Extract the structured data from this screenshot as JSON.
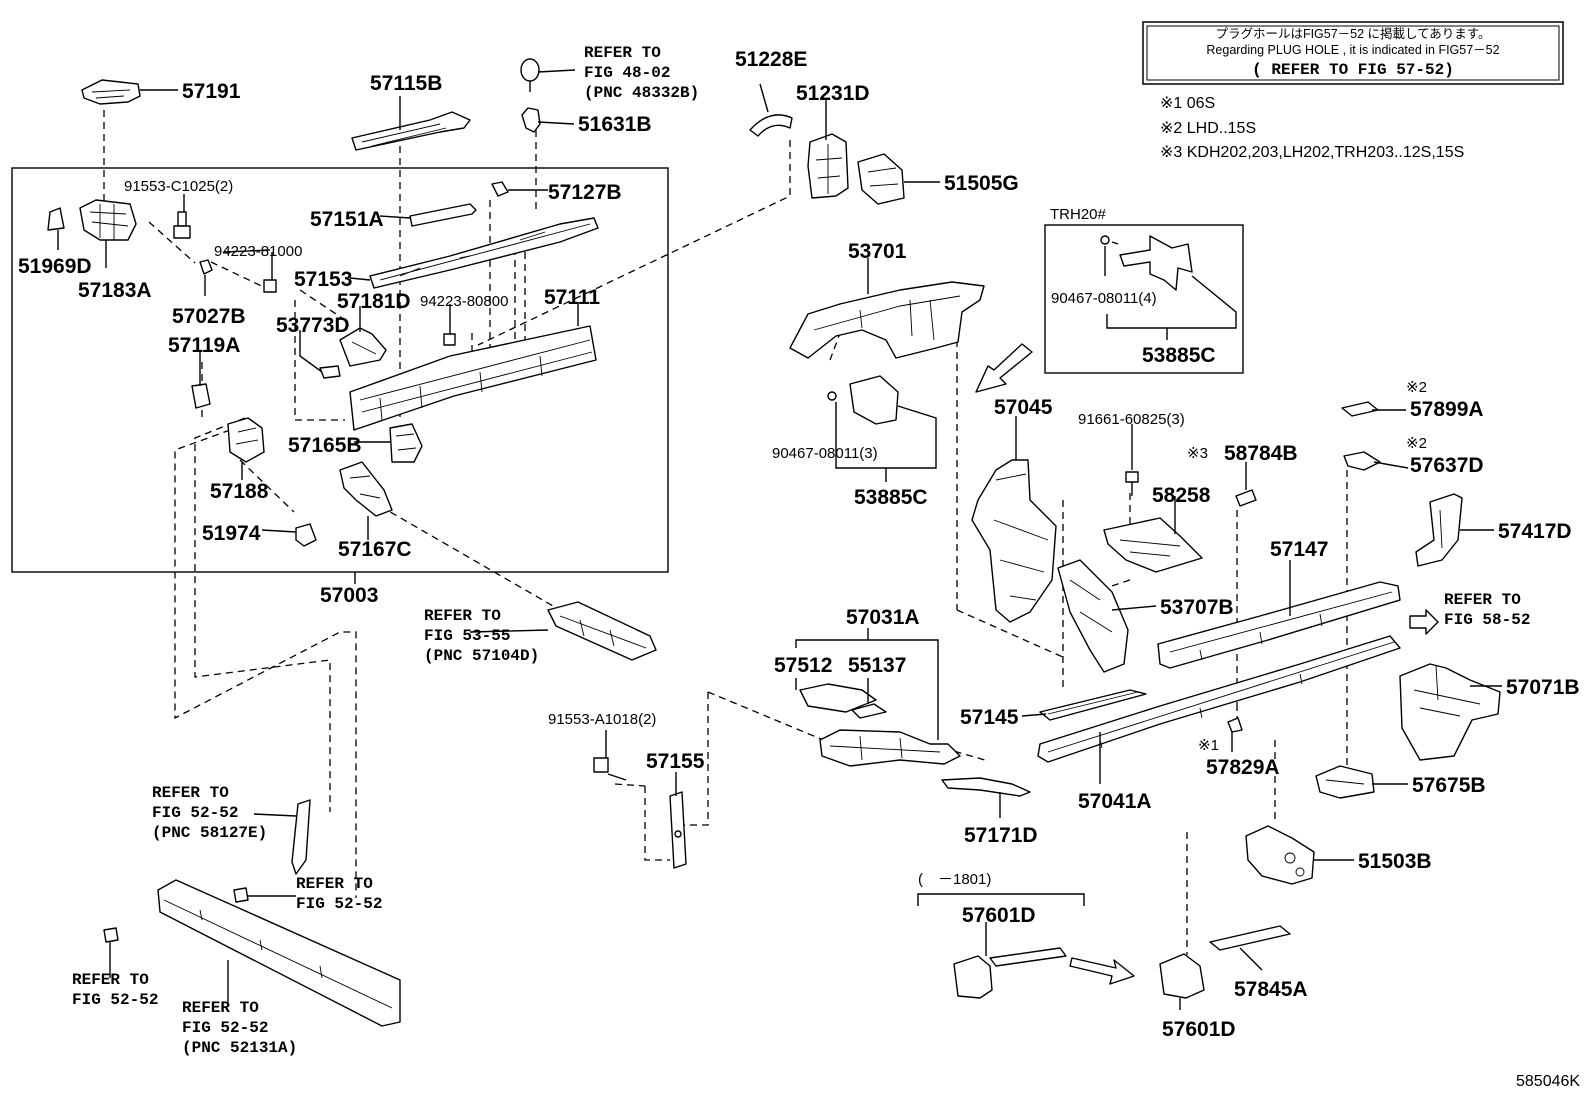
{
  "notice": {
    "line1": "プラグホールはFIG57－52 に掲載してあります。",
    "line2": "Regarding PLUG HOLE , it is indicated in FIG57－52",
    "line3": "( REFER TO FIG 57-52)"
  },
  "footnotes": [
    "※1 06S",
    "※2 LHD..15S",
    "※3 KDH202,203,LH202,TRH203..12S,15S"
  ],
  "inset": {
    "title": "TRH20#",
    "bolt": "90467-08011(4)",
    "part": "53885C"
  },
  "parts": {
    "p57191": "57191",
    "p57115B": "57115B",
    "p51631B": "51631B",
    "p51228E": "51228E",
    "p51231D": "51231D",
    "p51505G": "51505G",
    "p91553C1025": "91553-C1025(2)",
    "p57127B": "57127B",
    "p57151A": "57151A",
    "p51969D": "51969D",
    "p57183A": "57183A",
    "p94223_81000": "94223-81000",
    "p57153": "57153",
    "p57027B": "57027B",
    "p57181D": "57181D",
    "p94223_80800": "94223-80800",
    "p57111": "57111",
    "p53773D": "53773D",
    "p57119A": "57119A",
    "p57165B": "57165B",
    "p57188": "57188",
    "p51974": "51974",
    "p57167C": "57167C",
    "p57003": "57003",
    "p53701": "53701",
    "p90467_08011_3": "90467-08011(3)",
    "p53885C": "53885C",
    "p57045": "57045",
    "p91661": "91661-60825(3)",
    "p58784B": "58784B",
    "p58258": "58258",
    "p57899A": "57899A",
    "p57637D": "57637D",
    "p57417D": "57417D",
    "p57147": "57147",
    "p53707B": "53707B",
    "p57031A": "57031A",
    "p57512": "57512",
    "p55137": "55137",
    "p57145": "57145",
    "p57071B": "57071B",
    "p91553A1018": "91553-A1018(2)",
    "p57155": "57155",
    "p57829A": "57829A",
    "p57041A": "57041A",
    "p57675B": "57675B",
    "p57171D": "57171D",
    "p51503B": "51503B",
    "p57601D_a": "57601D",
    "p57601D_b": "57601D",
    "p57845A": "57845A"
  },
  "marks": {
    "m1": "※1",
    "m2a": "※2",
    "m2b": "※2",
    "m3": "※3"
  },
  "refs": {
    "r48": [
      "REFER TO",
      "FIG 48-02",
      "(PNC 48332B)"
    ],
    "r53": [
      "REFER TO",
      "FIG 53-55",
      "(PNC 57104D)"
    ],
    "r58": [
      "REFER TO",
      "FIG 58-52"
    ],
    "r52a": [
      "REFER TO",
      "FIG 52-52",
      "(PNC 58127E)"
    ],
    "r52b": [
      "REFER TO",
      "FIG 52-52"
    ],
    "r52c": [
      "REFER TO",
      "FIG 52-52"
    ],
    "r52d": [
      "REFER TO",
      "FIG 52-52",
      "(PNC 52131A)"
    ]
  },
  "range": "(　－1801)",
  "figure_id": "585046K"
}
